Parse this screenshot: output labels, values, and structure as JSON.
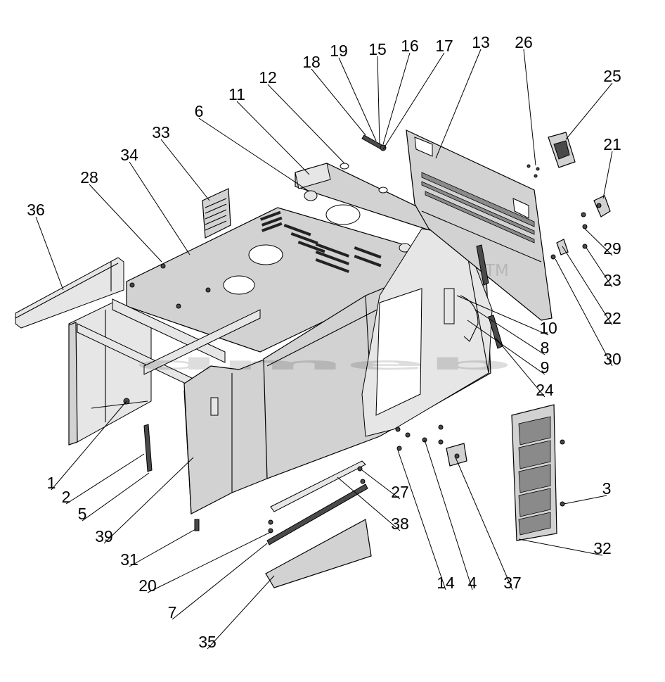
{
  "diagram": {
    "type": "exploded-parts-view",
    "watermark_text": "dmeb",
    "watermark_mark": "TM",
    "callouts": [
      {
        "n": "1"
      },
      {
        "n": "2"
      },
      {
        "n": "3"
      },
      {
        "n": "4"
      },
      {
        "n": "5"
      },
      {
        "n": "6"
      },
      {
        "n": "7"
      },
      {
        "n": "8"
      },
      {
        "n": "9"
      },
      {
        "n": "10"
      },
      {
        "n": "11"
      },
      {
        "n": "12"
      },
      {
        "n": "13"
      },
      {
        "n": "14"
      },
      {
        "n": "15"
      },
      {
        "n": "16"
      },
      {
        "n": "17"
      },
      {
        "n": "18"
      },
      {
        "n": "19"
      },
      {
        "n": "20"
      },
      {
        "n": "21"
      },
      {
        "n": "22"
      },
      {
        "n": "23"
      },
      {
        "n": "24"
      },
      {
        "n": "25"
      },
      {
        "n": "26"
      },
      {
        "n": "27"
      },
      {
        "n": "28"
      },
      {
        "n": "29"
      },
      {
        "n": "30"
      },
      {
        "n": "31"
      },
      {
        "n": "32"
      },
      {
        "n": "33"
      },
      {
        "n": "34"
      },
      {
        "n": "35"
      },
      {
        "n": "36"
      },
      {
        "n": "37"
      },
      {
        "n": "38"
      },
      {
        "n": "39"
      }
    ]
  }
}
